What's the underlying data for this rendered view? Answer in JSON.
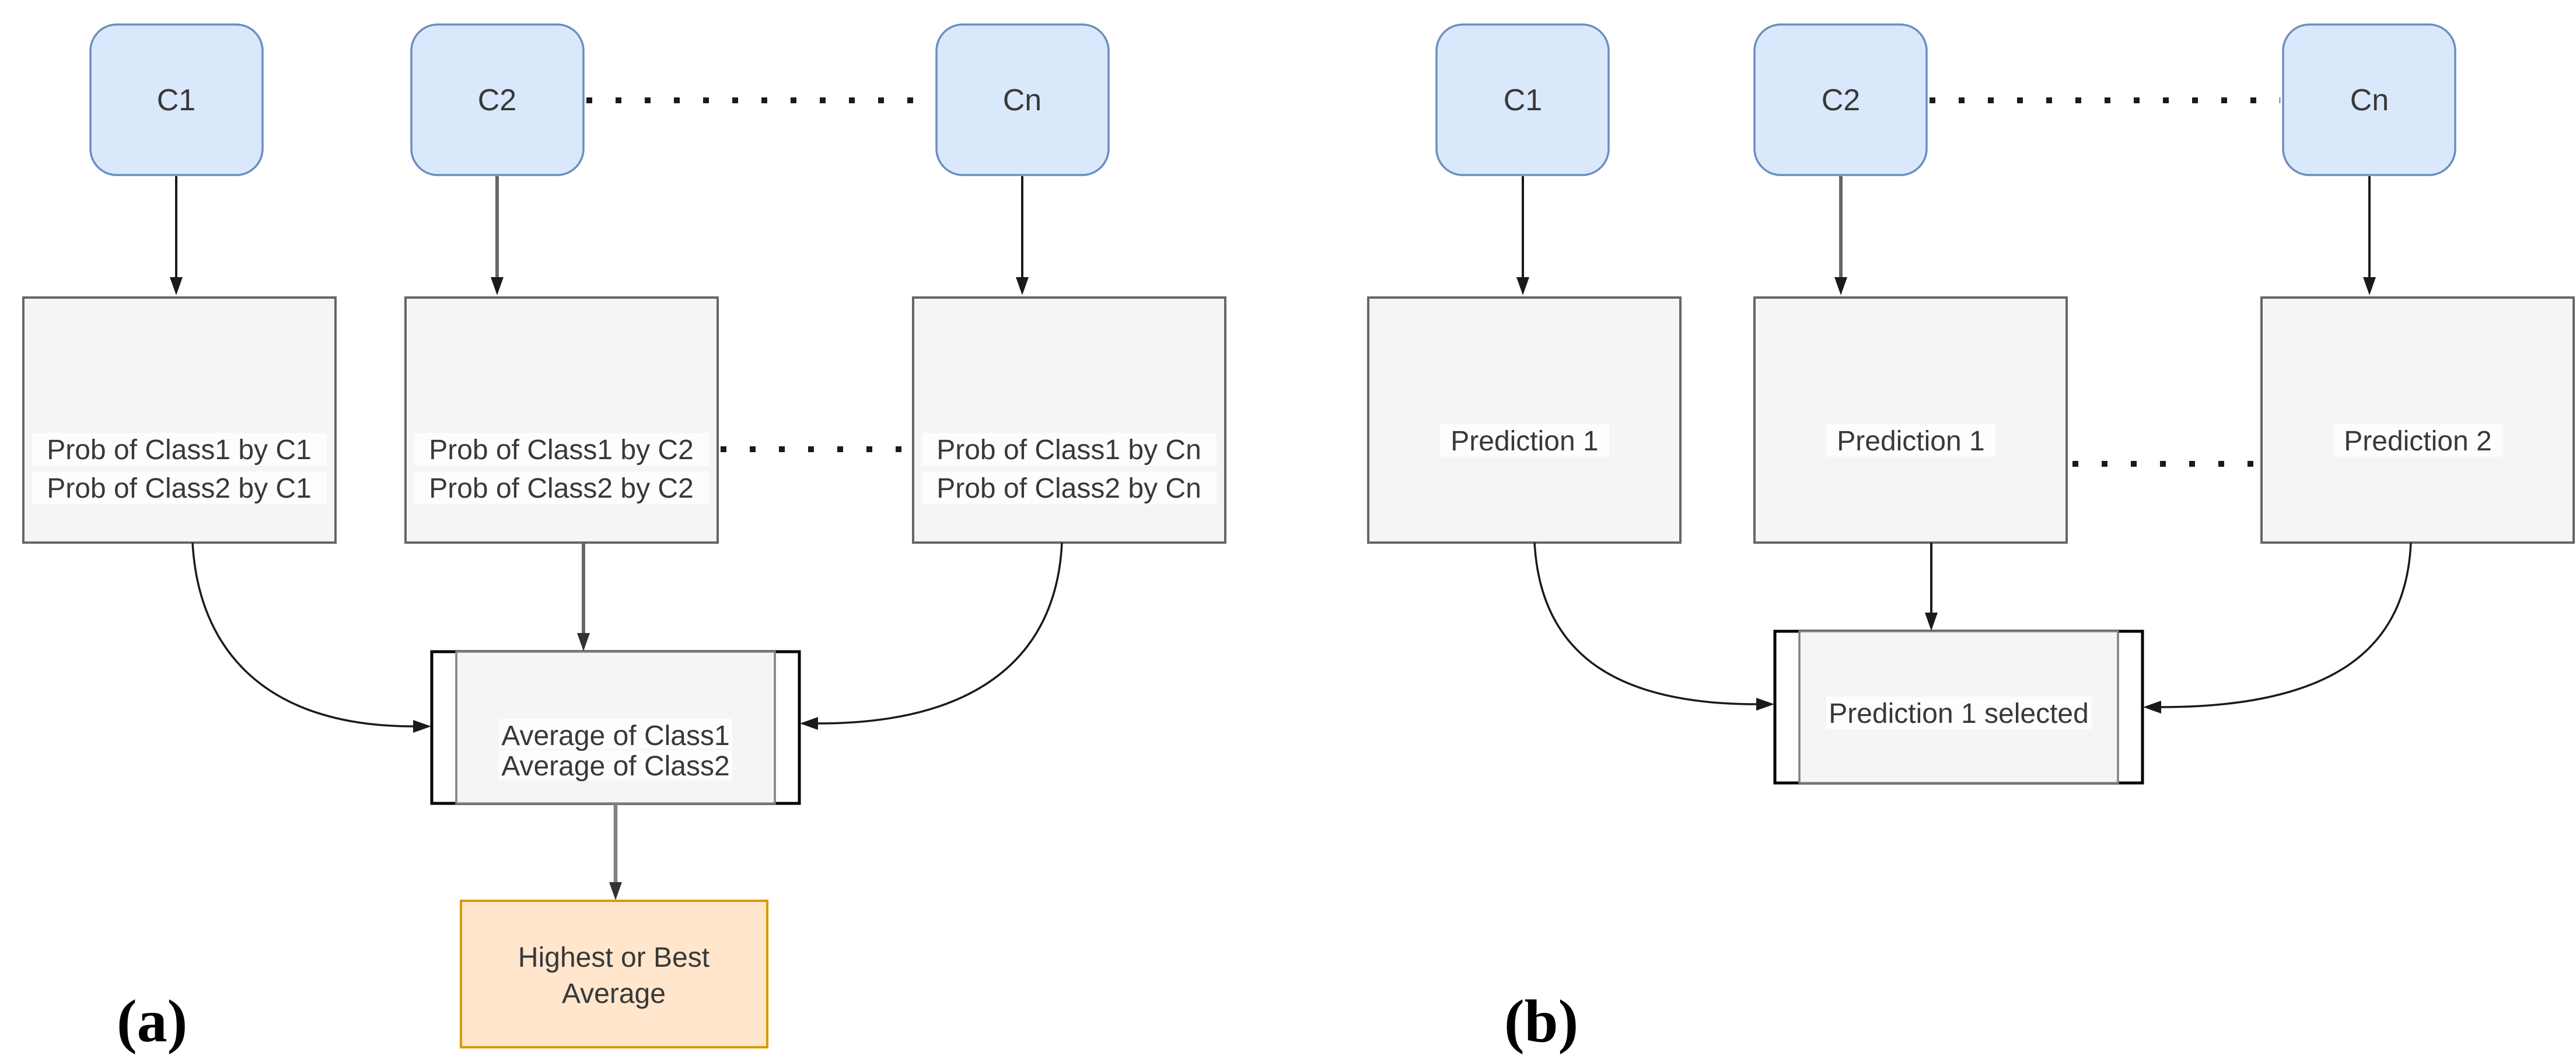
{
  "figure": {
    "panel_a": {
      "label": "(a)",
      "classifiers": [
        "C1",
        "C2",
        "Cn"
      ],
      "prob_boxes": [
        {
          "line1": "Prob of Class1 by C1",
          "line2": "Prob of Class2 by C1"
        },
        {
          "line1": "Prob of Class1 by C2",
          "line2": "Prob of Class2 by C2"
        },
        {
          "line1": "Prob of Class1 by Cn",
          "line2": "Prob of Class2 by Cn"
        }
      ],
      "average_box": {
        "line1": "Average of Class1",
        "line2": "Average of Class2"
      },
      "result_box": {
        "line1": "Highest or Best",
        "line2": "Average"
      }
    },
    "panel_b": {
      "label": "(b)",
      "classifiers": [
        "C1",
        "C2",
        "Cn"
      ],
      "prediction_boxes": [
        "Prediction 1",
        "Prediction 1",
        "Prediction 2"
      ],
      "selected_box": "Prediction 1 selected"
    },
    "colors": {
      "classifier_fill": "#dae8fc",
      "classifier_stroke": "#6c8ebf",
      "process_fill": "#f5f5f5",
      "process_stroke": "#666666",
      "process_inner_stroke": "#808080",
      "process_outer_stroke": "#000000",
      "result_fill": "#ffe6cc",
      "result_stroke": "#d79b00",
      "text": "#383838",
      "label_text": "#000000",
      "arrow": "#1a1a1a",
      "arrow_gray": "#666666",
      "arrow_mid": "#333333",
      "arrow_out": "#808080",
      "background": "#ffffff"
    }
  }
}
